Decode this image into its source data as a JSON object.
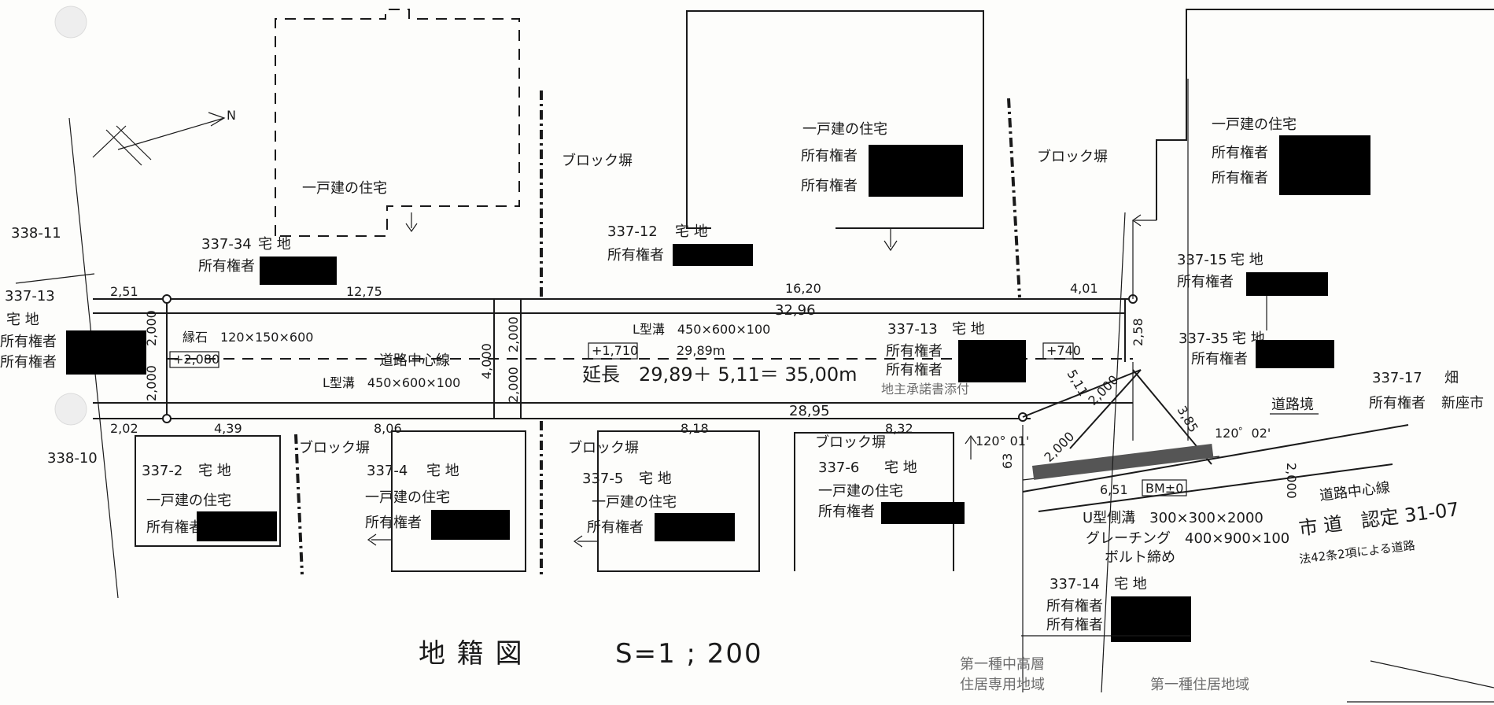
{
  "title": "地 籍 図",
  "scale": "S=1 ; 200",
  "north_label": "N",
  "road": {
    "centerline_label": "道路中心線",
    "length_label": "延長　29,89＋ 5,11＝ 35,00m",
    "curb_left": "縁石　120×150×600",
    "ditch_upper": "L型溝　450×600×100",
    "ditch_lower": "L型溝　450×600×100",
    "elev_left": "+2,080",
    "elev_mid": "+1,710",
    "elev_right": "+740",
    "handwritten_note": "地主承諾書添付",
    "mid_dim": "29,89m",
    "total_top": "32,96",
    "width_left_top": "2,000",
    "width_left_bottom": "2,000",
    "width_mid_full": "4,000",
    "width_mid_top": "2,000",
    "width_mid_bottom": "2,000"
  },
  "dimensions": {
    "top_2_51": "2,51",
    "top_12_75": "12,75",
    "top_16_20": "16,20",
    "top_4_01": "4,01",
    "bot_2_02": "2,02",
    "bot_4_39": "4,39",
    "bot_8_06": "8,06",
    "bot_8_18": "8,18",
    "bot_8_32": "8,32",
    "bot_28_95": "28,95",
    "right_2_58": "2,58",
    "diag_5_11": "5,11",
    "diag_2_000a": "2,000",
    "diag_2_000b": "2,000",
    "diag_3_85": "3,85",
    "angle_120_02": "120゜02'",
    "angle_120_01": "120° 01'",
    "gutter_6_51": "6,51",
    "bm": "BM±0",
    "small_2_000": "2,000",
    "small_63": "63"
  },
  "labels": {
    "block_wall": "ブロック塀",
    "house": "一戸建の住宅",
    "owner": "所有権者",
    "residential": "宅 地",
    "field": "畑",
    "road_boundary": "道路境",
    "road_centerline": "道路中心線",
    "u_gutter": "U型側溝　300×300×2000",
    "grating": "グレーチング　400×900×100",
    "bolt": "ボルト締め",
    "city_road": "市 道　認定 31-07",
    "art42": "法42条2項による道路",
    "zone1": "第一種中高層",
    "zone1b": "住居専用地域",
    "zone2": "第一種住居地域",
    "owner_city": "新座市"
  },
  "lots": {
    "l338_11": "338-11",
    "l338_10": "338-10",
    "l337_13_left": "337-13",
    "l337_34": "337-34",
    "l337_12": "337-12",
    "l337_13": "337-13",
    "l337_15": "337-15",
    "l337_35": "337-35",
    "l337_17": "337-17",
    "l337_2": "337-2",
    "l337_4": "337-4",
    "l337_5": "337-5",
    "l337_6": "337-6",
    "l337_14": "337-14"
  },
  "colors": {
    "ink": "#1a1a1a",
    "paper": "#fdfdfb",
    "redaction": "#000000"
  }
}
